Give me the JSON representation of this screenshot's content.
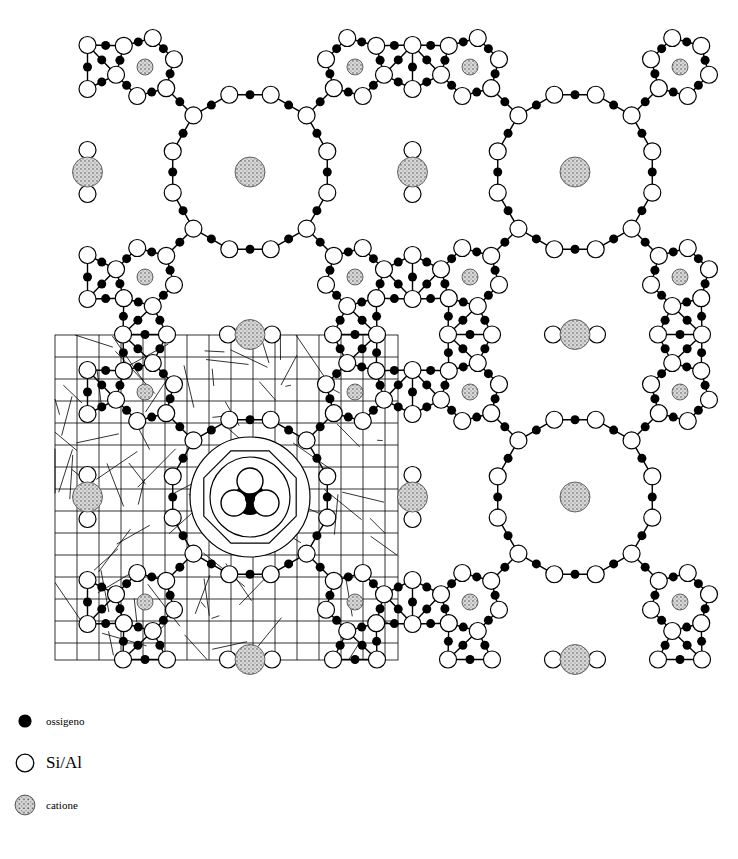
{
  "diagram": {
    "legend": [
      {
        "text": "ossigeno"
      },
      {
        "text": "Si/Al"
      },
      {
        "text": "catione"
      }
    ]
  }
}
